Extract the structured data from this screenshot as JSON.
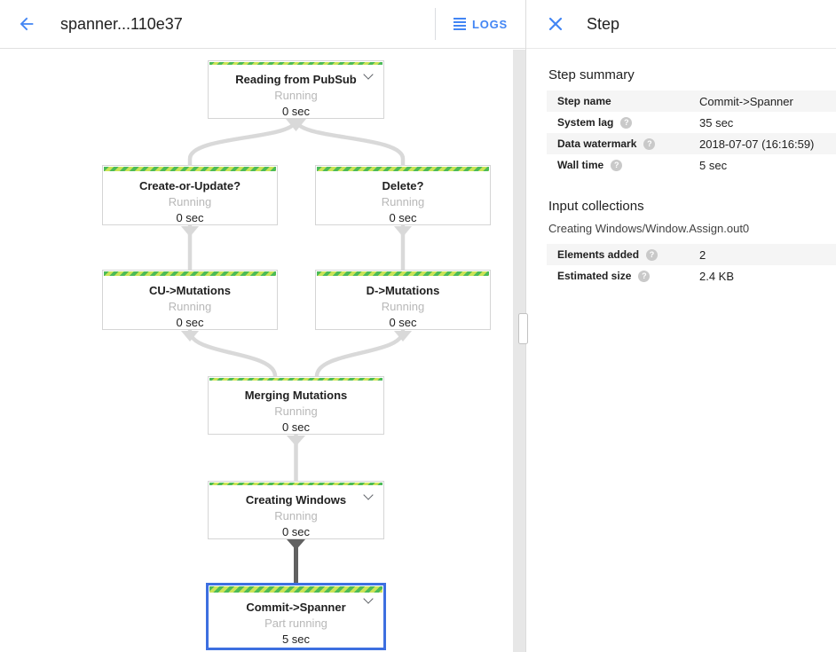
{
  "header": {
    "title": "spanner...110e37",
    "logs_label": "LOGS"
  },
  "panel": {
    "title": "Step",
    "step_summary": {
      "heading": "Step summary",
      "rows": [
        {
          "label": "Step name",
          "value": "Commit->Spanner"
        },
        {
          "label": "System lag",
          "value": "35 sec"
        },
        {
          "label": "Data watermark",
          "value": "2018-07-07 (16:16:59)"
        },
        {
          "label": "Wall time",
          "value": "5 sec"
        }
      ]
    },
    "input_collections": {
      "heading": "Input collections",
      "collection_name": "Creating Windows/Window.Assign.out0",
      "rows": [
        {
          "label": "Elements added",
          "value": "2"
        },
        {
          "label": "Estimated size",
          "value": "2.4 KB"
        }
      ]
    }
  },
  "graph": {
    "nodes": [
      {
        "id": "reading-from-pubsub",
        "title": "Reading from PubSub",
        "status": "Running",
        "time": "0 sec",
        "expandable": true,
        "selected": false
      },
      {
        "id": "create-or-update",
        "title": "Create-or-Update?",
        "status": "Running",
        "time": "0 sec",
        "expandable": false,
        "selected": false
      },
      {
        "id": "delete",
        "title": "Delete?",
        "status": "Running",
        "time": "0 sec",
        "expandable": false,
        "selected": false
      },
      {
        "id": "cu-mutations",
        "title": "CU->Mutations",
        "status": "Running",
        "time": "0 sec",
        "expandable": false,
        "selected": false
      },
      {
        "id": "d-mutations",
        "title": "D->Mutations",
        "status": "Running",
        "time": "0 sec",
        "expandable": false,
        "selected": false
      },
      {
        "id": "merging-mutations",
        "title": "Merging Mutations",
        "status": "Running",
        "time": "0 sec",
        "expandable": false,
        "selected": false
      },
      {
        "id": "creating-windows",
        "title": "Creating Windows",
        "status": "Running",
        "time": "0 sec",
        "expandable": true,
        "selected": false
      },
      {
        "id": "commit-spanner",
        "title": "Commit->Spanner",
        "status": "Part running",
        "time": "5 sec",
        "expandable": true,
        "selected": true
      }
    ],
    "edges": [
      {
        "from": "reading-from-pubsub",
        "to": "create-or-update"
      },
      {
        "from": "reading-from-pubsub",
        "to": "delete"
      },
      {
        "from": "create-or-update",
        "to": "cu-mutations"
      },
      {
        "from": "delete",
        "to": "d-mutations"
      },
      {
        "from": "cu-mutations",
        "to": "merging-mutations"
      },
      {
        "from": "d-mutations",
        "to": "merging-mutations"
      },
      {
        "from": "merging-mutations",
        "to": "creating-windows"
      },
      {
        "from": "creating-windows",
        "to": "commit-spanner",
        "highlighted": true
      }
    ]
  },
  "colors": {
    "accent_blue": "#4285f4",
    "selected_border": "#3d6fe0",
    "stripe_green": "#4cbb58",
    "stripe_lime": "#cbe356",
    "edge_gray": "#d9d9d9",
    "edge_dark": "#616161",
    "running_text": "#b8b8b8"
  }
}
